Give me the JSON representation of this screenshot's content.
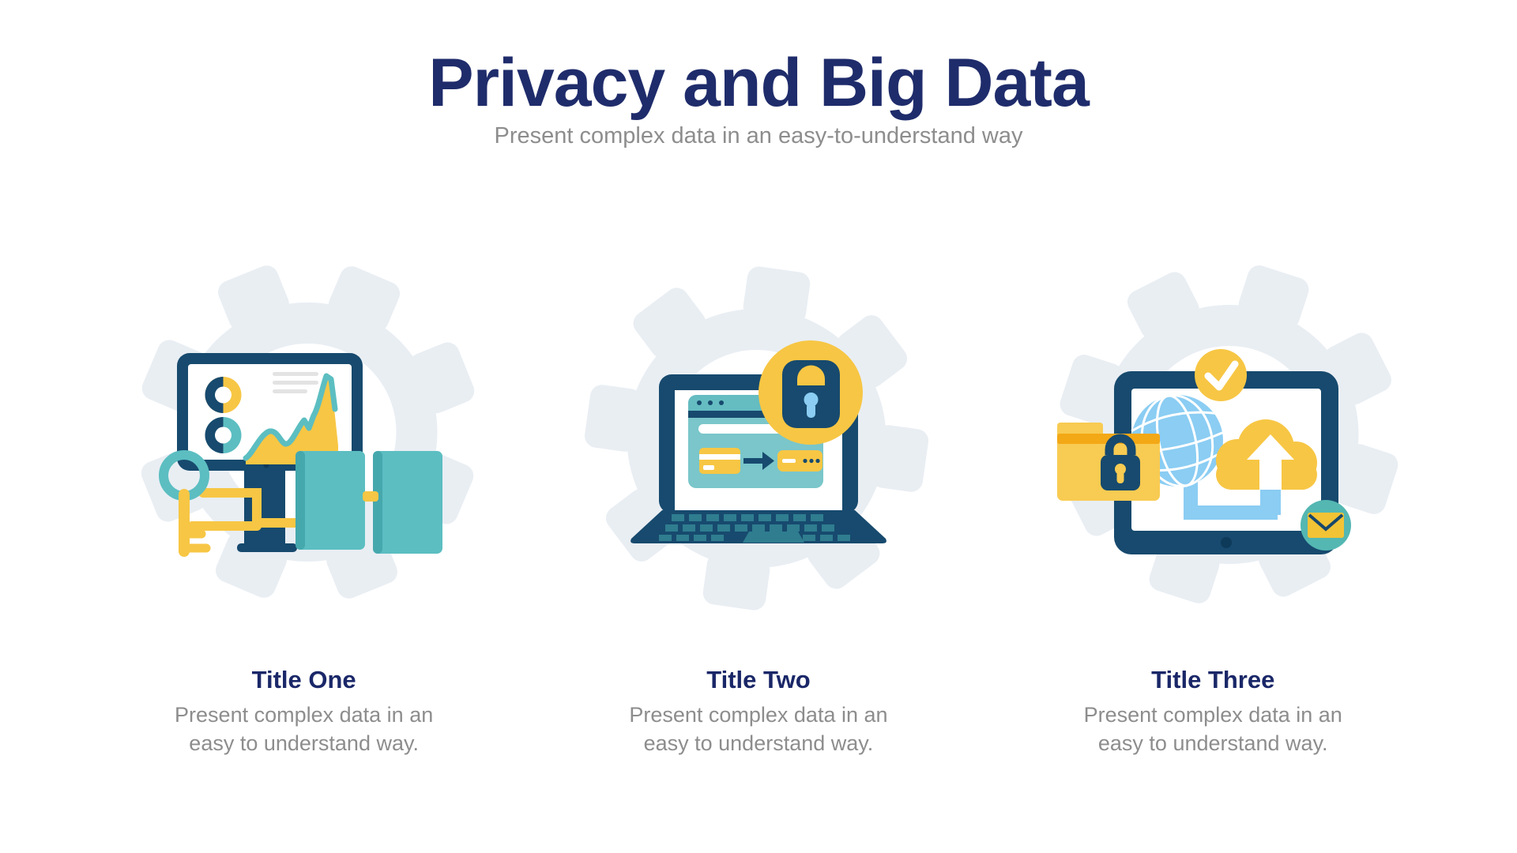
{
  "slide": {
    "title": "Privacy and Big Data",
    "subtitle": "Present complex data in an easy-to-understand way"
  },
  "columns": [
    {
      "title": "Title One",
      "description": "Present complex data in an easy to understand way.",
      "illustration": "desktop-analytics-dashboard-with-key-and-database-servers",
      "icons": [
        "gear-background",
        "desktop-monitor",
        "donut-charts",
        "area-chart",
        "key",
        "circuit-lines",
        "database-servers"
      ]
    },
    {
      "title": "Title Two",
      "description": "Present complex data in an easy to understand way.",
      "illustration": "laptop-secure-online-payment-with-padlock",
      "icons": [
        "gear-background",
        "laptop",
        "browser-window",
        "credit-card",
        "arrow-right",
        "password-field",
        "padlock-badge"
      ]
    },
    {
      "title": "Title Three",
      "description": "Present complex data in an easy to understand way.",
      "illustration": "tablet-secure-cloud-network",
      "icons": [
        "gear-background",
        "tablet",
        "globe",
        "locked-folder",
        "cloud-upload",
        "checkmark-badge",
        "mail-badge",
        "connector-pipes"
      ]
    }
  ],
  "palette": {
    "heading_navy": "#1F2C6B",
    "body_gray": "#8D8D8D",
    "illustration_navy": "#174A6E",
    "navy_dark": "#0E3A5A",
    "teal": "#5CBEC1",
    "teal_dark": "#45A8AD",
    "teal_light": "#7AC6CA",
    "keyboard_teal": "#2F7D8F",
    "yellow": "#F7C644",
    "folder_yellow": "#F8CB52",
    "orange_yellow": "#F3A816",
    "light_blue": "#8BCDF3",
    "gear_gray": "#E9EEF3",
    "mail_teal": "#54B7B2",
    "screen_line_gray": "#E3E3E3"
  }
}
